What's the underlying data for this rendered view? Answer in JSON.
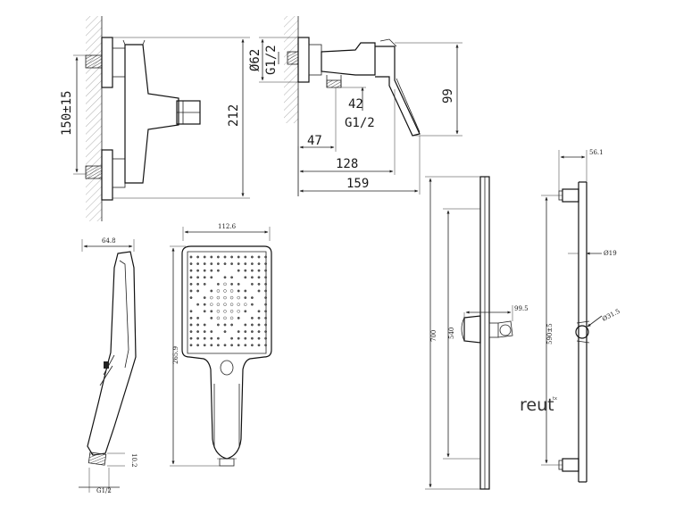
{
  "mixer_front": {
    "dim_height": "212",
    "dim_centers": "150±15"
  },
  "mixer_side": {
    "dim_diameter": "Ø62",
    "dim_thread_top": "G1/2",
    "dim_height": "99",
    "dim_outlet": "42",
    "dim_thread_outlet": "G1/2",
    "dim_depth_47": "47",
    "dim_depth_128": "128",
    "dim_depth_159": "159"
  },
  "hand_shower_side": {
    "dim_width": "64.8",
    "dim_thread": "G1/2",
    "dim_thread_len": "10.2"
  },
  "hand_shower_front": {
    "dim_width": "112.6",
    "dim_length": "265.9"
  },
  "slide_bar_front": {
    "dim_total": "700",
    "dim_travel": "540",
    "dim_holder": "99.5"
  },
  "slide_bar_side": {
    "dim_offset": "56.1",
    "dim_diameter": "Ø19",
    "dim_holder_dia": "Ø31.5",
    "dim_fixing": "590±5"
  },
  "brand": {
    "logo_text": "reut",
    "logo_mark": "tx"
  }
}
